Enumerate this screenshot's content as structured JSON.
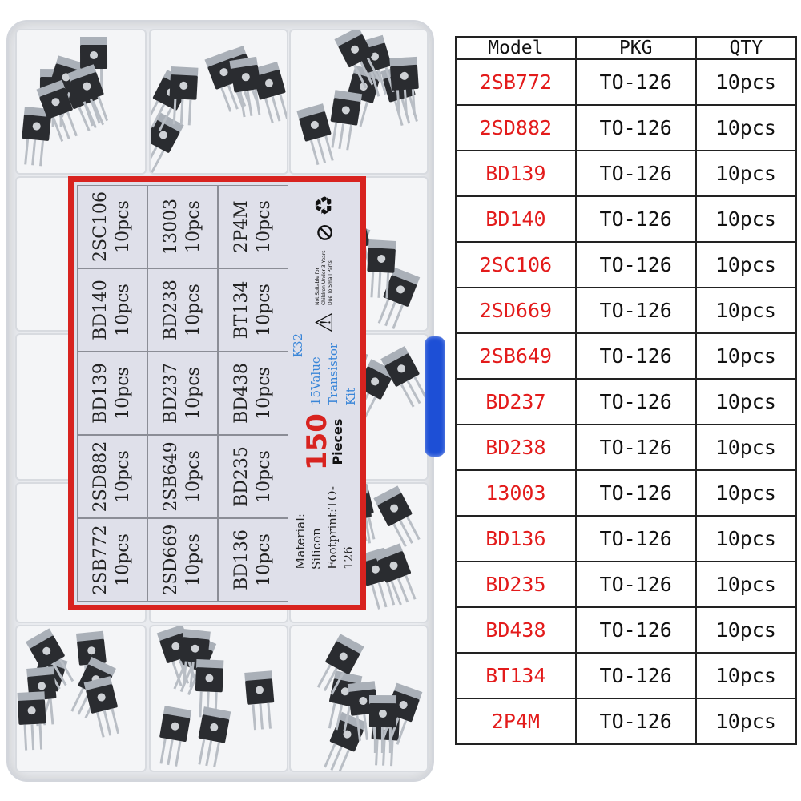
{
  "label": {
    "rows": [
      [
        {
          "model": "2SB772",
          "qty": "10pcs"
        },
        {
          "model": "2SD882",
          "qty": "10pcs"
        },
        {
          "model": "BD139",
          "qty": "10pcs"
        },
        {
          "model": "BD140",
          "qty": "10pcs"
        },
        {
          "model": "2SC106",
          "qty": "10pcs"
        }
      ],
      [
        {
          "model": "2SD669",
          "qty": "10pcs"
        },
        {
          "model": "2SB649",
          "qty": "10pcs"
        },
        {
          "model": "BD237",
          "qty": "10pcs"
        },
        {
          "model": "BD238",
          "qty": "10pcs"
        },
        {
          "model": "13003",
          "qty": "10pcs"
        }
      ],
      [
        {
          "model": "BD136",
          "qty": "10pcs"
        },
        {
          "model": "BD235",
          "qty": "10pcs"
        },
        {
          "model": "BD438",
          "qty": "10pcs"
        },
        {
          "model": "BT134",
          "qty": "10pcs"
        },
        {
          "model": "2P4M",
          "qty": "10pcs"
        }
      ]
    ],
    "material": "Material: Silicon",
    "footprint": "Footprint:TO-126",
    "count": "150",
    "count_unit": "Pieces",
    "kit_code": "K32",
    "kit_name": "15Value Transistor Kit",
    "warning_text": "Not Suitable for Children Under 3 Years Due To Small Parts",
    "latch_color": "#1d4fd6",
    "border_color": "#d8231f"
  },
  "table": {
    "headers": [
      "Model",
      "PKG",
      "QTY"
    ],
    "rows": [
      [
        "2SB772",
        "TO-126",
        "10pcs"
      ],
      [
        "2SD882",
        "TO-126",
        "10pcs"
      ],
      [
        "BD139",
        "TO-126",
        "10pcs"
      ],
      [
        "BD140",
        "TO-126",
        "10pcs"
      ],
      [
        "2SC106",
        "TO-126",
        "10pcs"
      ],
      [
        "2SD669",
        "TO-126",
        "10pcs"
      ],
      [
        "2SB649",
        "TO-126",
        "10pcs"
      ],
      [
        "BD237",
        "TO-126",
        "10pcs"
      ],
      [
        "BD238",
        "TO-126",
        "10pcs"
      ],
      [
        "13003",
        "TO-126",
        "10pcs"
      ],
      [
        "BD136",
        "TO-126",
        "10pcs"
      ],
      [
        "BD235",
        "TO-126",
        "10pcs"
      ],
      [
        "BD438",
        "TO-126",
        "10pcs"
      ],
      [
        "BT134",
        "TO-126",
        "10pcs"
      ],
      [
        "2P4M",
        "TO-126",
        "10pcs"
      ]
    ],
    "model_color": "#e31b1b"
  }
}
